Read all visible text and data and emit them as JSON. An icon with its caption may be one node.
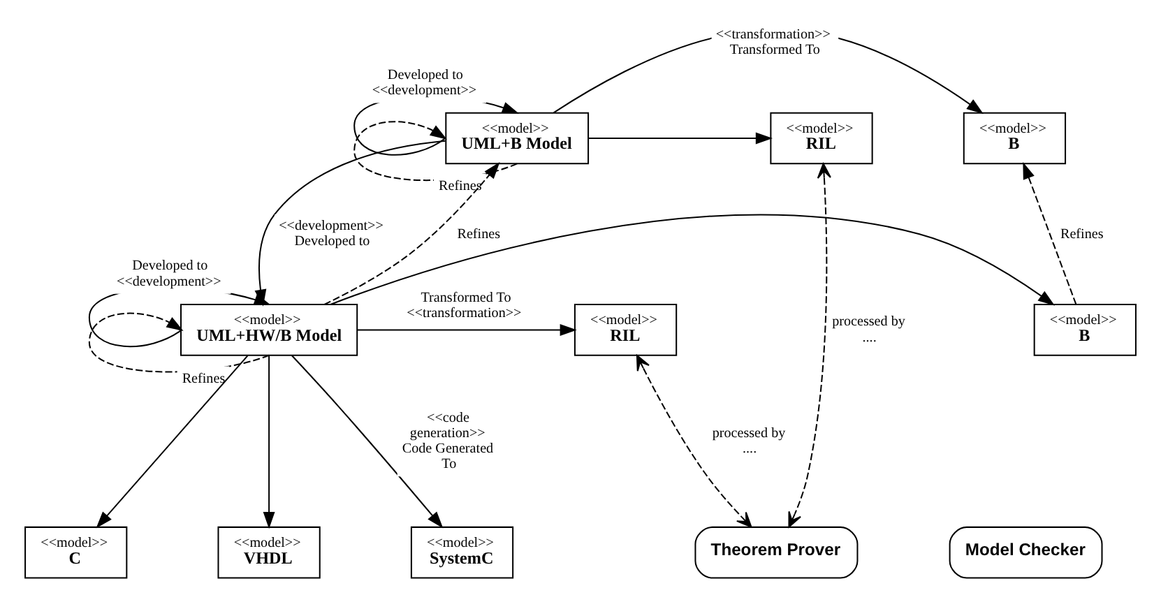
{
  "diagram": {
    "nodes": [
      {
        "text": [
          "<<model>>",
          "UML+B Model"
        ]
      },
      {
        "text": [
          "<<model>>",
          "B"
        ]
      },
      {
        "text": [
          "<<model>>",
          "RIL"
        ]
      },
      {
        "text": [
          "Theorem Prover"
        ]
      },
      {
        "text": [
          "Model Checker"
        ]
      },
      {
        "text": [
          "<<model>>",
          "UML+HW/B Model"
        ]
      },
      {
        "text": [
          "<<model>>",
          "B"
        ]
      },
      {
        "text": [
          "<<model>>",
          "RIL"
        ]
      },
      {
        "text": [
          "<<model>>",
          "C"
        ]
      },
      {
        "text": [
          "<<model>>",
          "VHDL"
        ]
      },
      {
        "text": [
          "<<model>>",
          "SystemC"
        ]
      }
    ],
    "edges": [
      {
        "from": 0,
        "to": 0,
        "arrow": "to",
        "label": "Developed to <<development>>"
      },
      {
        "from": 0,
        "to": 0,
        "arrow": "to",
        "style": "dashed",
        "label": "Refines"
      },
      {
        "from": 0,
        "to": 1,
        "arrow": "to",
        "label": "<<transformation>> Transformed To"
      },
      {
        "from": 0,
        "to": 2,
        "arrow": "to"
      },
      {
        "from": 0,
        "to": 5,
        "arrow": "to",
        "label": "<<development>> Developed to"
      },
      {
        "from": 5,
        "to": 0,
        "arrow": "to",
        "style": "dashed",
        "label": "Refines"
      },
      {
        "from": 6,
        "to": 1,
        "arrow": "to",
        "style": "dashed",
        "label": "Refines"
      },
      {
        "from": 2,
        "to": 3,
        "arrow": "both",
        "style": "dashed",
        "label": "processed by ...."
      },
      {
        "from": 5,
        "to": 5,
        "arrow": "to",
        "label": "Developed to <<development>>"
      },
      {
        "from": 5,
        "to": 5,
        "arrow": "to",
        "style": "dashed",
        "label": "Refines"
      },
      {
        "from": 5,
        "to": 6,
        "arrow": "to"
      },
      {
        "from": 5,
        "to": 7,
        "arrow": "to",
        "label": "Transformed To <<transformation>>"
      },
      {
        "from": 7,
        "to": 3,
        "arrow": "both",
        "style": "dashed",
        "label": "processed by ...."
      },
      {
        "from": 5,
        "to": 8,
        "arrow": "to"
      },
      {
        "from": 5,
        "to": 9,
        "arrow": "to"
      },
      {
        "from": 5,
        "to": 10,
        "arrow": "to",
        "label": "<<code generation>> Code Generated To"
      }
    ]
  }
}
